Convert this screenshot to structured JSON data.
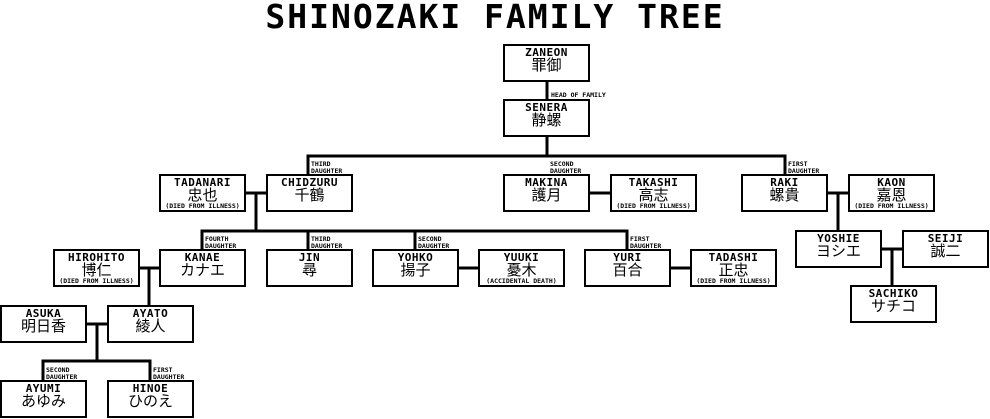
{
  "title": "SHINOZAKI FAMILY TREE",
  "persons": [
    {
      "name": "ZANEON",
      "kanji": "罪御"
    },
    {
      "name": "SENERA",
      "kanji": "静螺"
    },
    {
      "name": "TADANARI",
      "kanji": "忠也",
      "note": "(DIED FROM ILLNESS)"
    },
    {
      "name": "CHIDZURU",
      "kanji": "千鶴"
    },
    {
      "name": "MAKINA",
      "kanji": "護月"
    },
    {
      "name": "TAKASHI",
      "kanji": "高志",
      "note": "(DIED FROM ILLNESS)"
    },
    {
      "name": "RAKI",
      "kanji": "螺貴"
    },
    {
      "name": "KAON",
      "kanji": "嘉恩",
      "note": "(DIED FROM ILLNESS)"
    },
    {
      "name": "HIROHITO",
      "kanji": "博仁",
      "note": "(DIED FROM ILLNESS)"
    },
    {
      "name": "KANAE",
      "kanji": "カナエ"
    },
    {
      "name": "JIN",
      "kanji": "尋"
    },
    {
      "name": "YOHKO",
      "kanji": "揚子"
    },
    {
      "name": "YUUKI",
      "kanji": "憂木",
      "note": "(ACCIDENTAL DEATH)"
    },
    {
      "name": "YURI",
      "kanji": "百合"
    },
    {
      "name": "TADASHI",
      "kanji": "正忠",
      "note": "(DIED FROM ILLNESS)"
    },
    {
      "name": "YOSHIE",
      "kanji": "ヨシエ"
    },
    {
      "name": "SEIJI",
      "kanji": "誠二"
    },
    {
      "name": "SACHIKO",
      "kanji": "サチコ"
    },
    {
      "name": "ASUKA",
      "kanji": "明日香"
    },
    {
      "name": "AYATO",
      "kanji": "綾人"
    },
    {
      "name": "AYUMI",
      "kanji": "あゆみ"
    },
    {
      "name": "HINOE",
      "kanji": "ひのえ"
    }
  ],
  "labels": {
    "head": "HEAD OF FAMILY",
    "chidzuru": "THIRD\nDAUGHTER",
    "makina": "SECOND\nDAUGHTER",
    "raki": "FIRST\nDAUGHTER",
    "kanae": "FOURTH\nDAUGHTER",
    "jin": "THIRD\nDAUGHTER",
    "yohko": "SECOND\nDAUGHTER",
    "yuri": "FIRST\nDAUGHTER",
    "ayumi": "SECOND\nDAUGHTER",
    "hinoe": "FIRST\nDAUGHTER"
  }
}
